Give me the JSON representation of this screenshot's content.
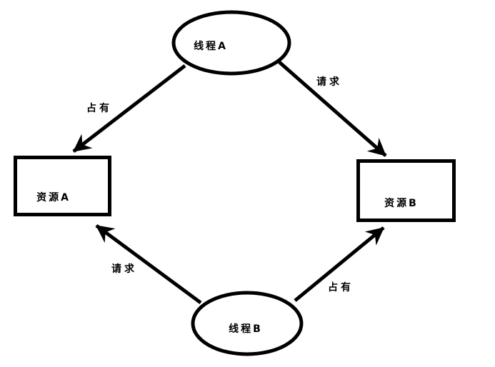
{
  "diagram": {
    "type": "deadlock-resource-allocation",
    "background_color": "#ffffff",
    "stroke_color": "#000000",
    "nodes": {
      "thread_a": {
        "label": "线程A",
        "shape": "ellipse"
      },
      "thread_b": {
        "label": "线程B",
        "shape": "ellipse"
      },
      "resource_a": {
        "label": "资源A",
        "shape": "rectangle"
      },
      "resource_b": {
        "label": "资源B",
        "shape": "rectangle"
      }
    },
    "edges": {
      "thread_a_holds_resource_a": {
        "label": "占有",
        "from": "线程A",
        "to": "资源A"
      },
      "thread_a_requests_resource_b": {
        "label": "请求",
        "from": "线程A",
        "to": "资源B"
      },
      "thread_b_requests_resource_a": {
        "label": "请求",
        "from": "线程B",
        "to": "资源A"
      },
      "thread_b_holds_resource_b": {
        "label": "占有",
        "from": "线程B",
        "to": "资源B"
      }
    }
  }
}
